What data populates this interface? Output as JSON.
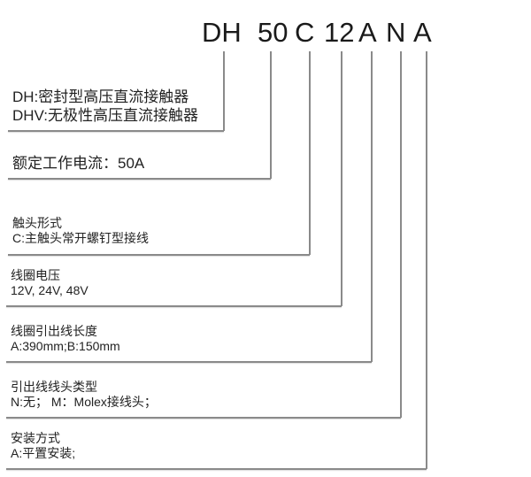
{
  "code": {
    "segments": [
      "DH",
      "50",
      "C",
      "12",
      "A",
      "N",
      "A"
    ]
  },
  "descriptions": {
    "series": {
      "line1": "DH:密封型高压直流接触器",
      "line2": "DHV:无极性高压直流接触器"
    },
    "current": {
      "line1": "额定工作电流：50A"
    },
    "contact": {
      "title": "触头形式",
      "line1": "C:主触头常开螺钉型接线"
    },
    "coil_voltage": {
      "title": "线圈电压",
      "line1": "12V, 24V, 48V"
    },
    "lead_length": {
      "title": "线圈引出线长度",
      "line1": "A:390mm;B:150mm"
    },
    "connector": {
      "title": "引出线线头类型",
      "line1": "N:无；  M：Molex接线头；"
    },
    "mounting": {
      "title": "安装方式",
      "line1": "A:平置安装;"
    }
  },
  "colors": {
    "line": "#8a8a8a",
    "text": "#222222"
  }
}
